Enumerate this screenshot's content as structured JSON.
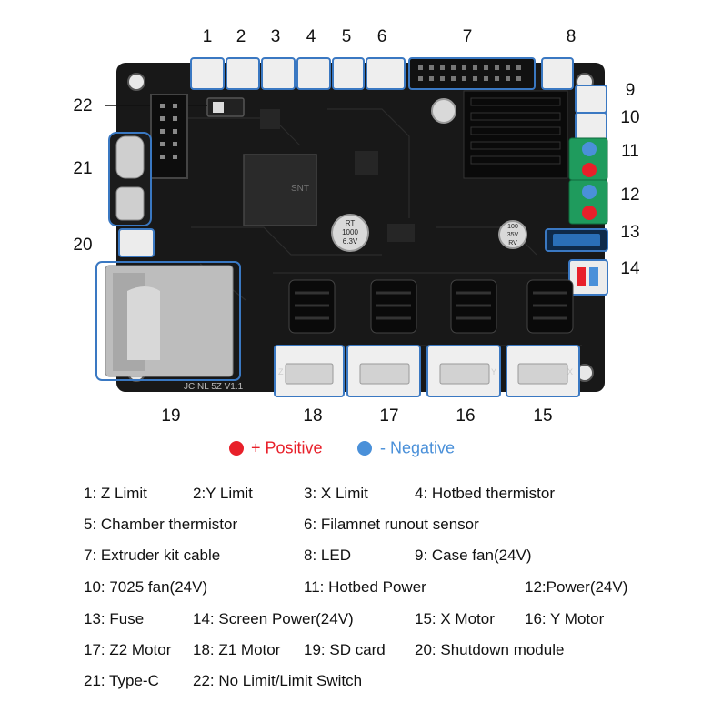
{
  "board": {
    "silk_logo": "SNT",
    "silk_name": "JC NL 5Z V1.1",
    "cap_big": [
      "RT",
      "1000",
      "6.3V"
    ],
    "cap_100": [
      "100",
      "35V",
      "RV"
    ]
  },
  "callouts": [
    "1",
    "2",
    "3",
    "4",
    "5",
    "6",
    "7",
    "8",
    "9",
    "10",
    "11",
    "12",
    "13",
    "14",
    "15",
    "16",
    "17",
    "18",
    "19",
    "20",
    "21",
    "22"
  ],
  "axis_labels": {
    "z": "Z",
    "y": "Y",
    "x": "X"
  },
  "legend": {
    "positive": {
      "label": "+ Positive",
      "color": "#e8202a"
    },
    "negative": {
      "label": "- Negative",
      "color": "#4a90d9"
    }
  },
  "colors": {
    "outline": "#3a78c2",
    "board": "#181818"
  },
  "descriptions": [
    "1: Z Limit",
    "2:Y Limit",
    "3: X Limit",
    "4: Hotbed thermistor",
    "5: Chamber thermistor",
    "6: Filamnet runout sensor",
    "7: Extruder kit cable",
    "8: LED",
    "9: Case fan(24V)",
    "10: 7025 fan(24V)",
    "11: Hotbed Power",
    "12:Power(24V)",
    "13: Fuse",
    "14: Screen Power(24V)",
    "15: X Motor",
    "16: Y Motor",
    "17: Z2 Motor",
    "18: Z1 Motor",
    "19: SD card",
    "20: Shutdown module",
    "21: Type-C",
    "22: No Limit/Limit Switch"
  ]
}
